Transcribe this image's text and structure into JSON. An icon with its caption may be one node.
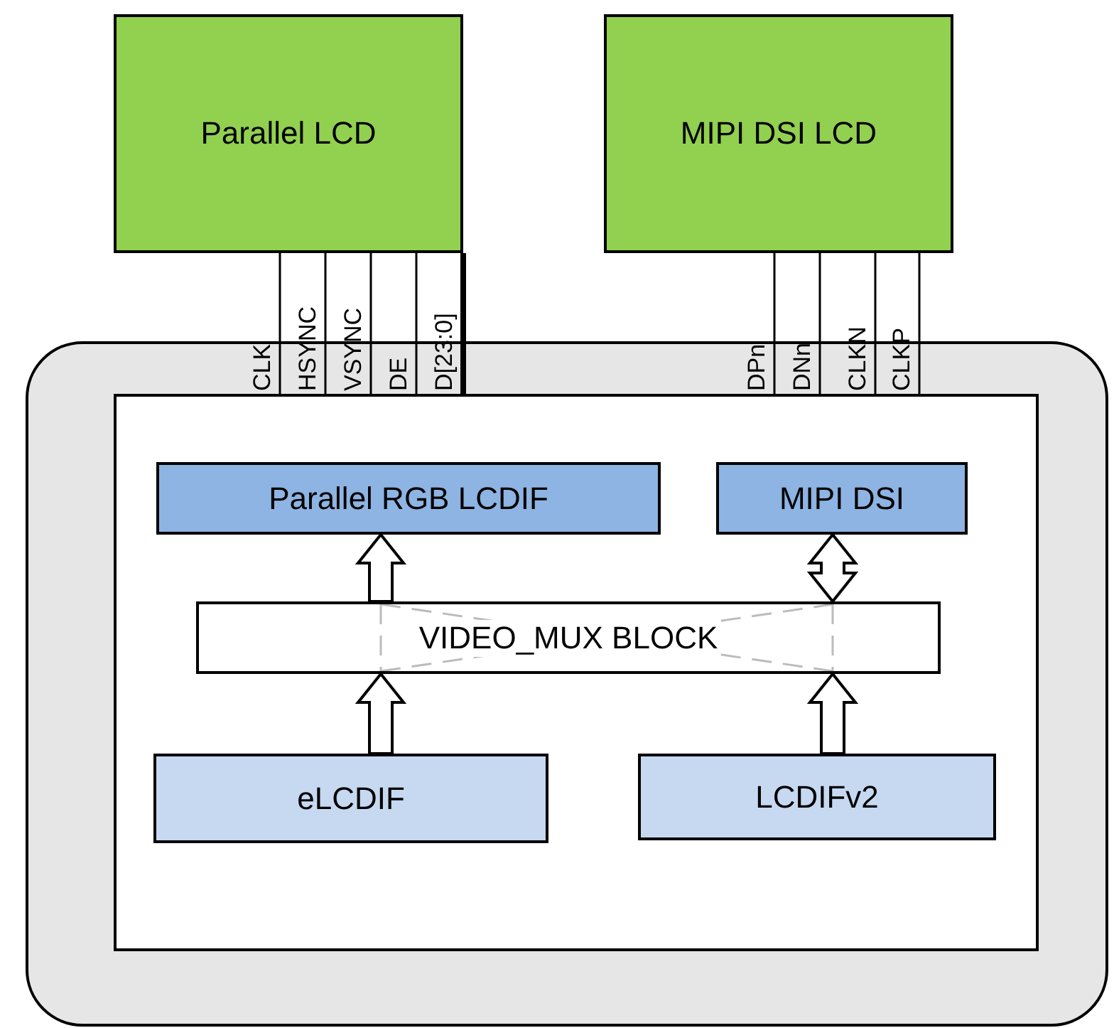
{
  "diagram": {
    "nodes": [
      {
        "text": [
          "Parallel LCD"
        ]
      },
      {
        "text": [
          "MIPI DSI LCD"
        ]
      },
      {
        "text": [],
        "shape": "box"
      },
      {
        "text": [],
        "shape": "box",
        "in": 2
      },
      {
        "text": [
          "Parallel RGB LCDIF"
        ],
        "in": 3
      },
      {
        "text": [
          "MIPI DSI"
        ],
        "in": 3
      },
      {
        "text": [
          "VIDEO_MUX BLOCK"
        ],
        "in": 3
      },
      {
        "text": [
          "eLCDIF"
        ],
        "in": 3
      },
      {
        "text": [
          "LCDIFv2"
        ],
        "in": 3
      }
    ],
    "edges": [
      {
        "from": 6,
        "to": 4,
        "arrow": "to"
      },
      {
        "from": 5,
        "to": 6,
        "arrow": "both"
      },
      {
        "from": 7,
        "to": 6,
        "arrow": "to"
      },
      {
        "from": 8,
        "to": 6,
        "arrow": "to"
      },
      {
        "from": 0,
        "to": 3,
        "arrow": "none",
        "label": "CLK"
      },
      {
        "from": 0,
        "to": 3,
        "arrow": "none",
        "label": "HSYNC"
      },
      {
        "from": 0,
        "to": 3,
        "arrow": "none",
        "label": "VSYNC"
      },
      {
        "from": 0,
        "to": 3,
        "arrow": "none",
        "label": "DE"
      },
      {
        "from": 0,
        "to": 3,
        "arrow": "none",
        "label": "D[23:0]",
        "style": "thick"
      },
      {
        "from": 1,
        "to": 3,
        "arrow": "none",
        "label": "DPn"
      },
      {
        "from": 1,
        "to": 3,
        "arrow": "none",
        "label": "DNn"
      },
      {
        "from": 1,
        "to": 3,
        "arrow": "none",
        "label": "CLKN"
      },
      {
        "from": 1,
        "to": 3,
        "arrow": "none",
        "label": "CLKP"
      }
    ]
  }
}
